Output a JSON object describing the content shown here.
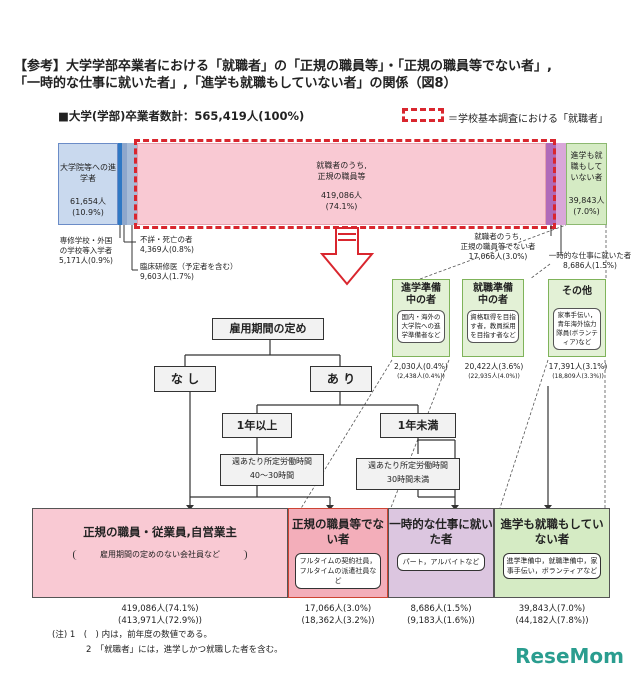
{
  "title": "【参考】大学学部卒業者における「就職者」の「正規の職員等」・「正規の職員等でない者」,\n「一時的な仕事に就いた者」,「進学も就職もしていない者」の関係（図8）",
  "total": "■大学(学部)卒業者数計：565,419人(100%)",
  "legend": "＝学校基本調査における「就職者」",
  "bar": {
    "grad": {
      "label": "大学院等への進学者",
      "count": "61,654人",
      "pct": "(10.9%)"
    },
    "reg": {
      "label1": "就職者のうち,",
      "label2": "正規の職員等",
      "count": "419,086人",
      "pct": "(74.1%)"
    },
    "none": {
      "label": "進学も就職もしていない者",
      "count": "39,843人",
      "pct": "(7.0%)"
    }
  },
  "callouts": {
    "senshu": {
      "l1": "専修学校・外国",
      "l2": "の学校等入学者",
      "v": "5,171人(0.9%)"
    },
    "fumei": {
      "l1": "不詳・死亡の者",
      "v": "4,369人(0.8%)"
    },
    "rinsho": {
      "l1": "臨床研修医（予定者を含む）",
      "v": "9,603人(1.7%)"
    },
    "nonreg": {
      "l1": "就職者のうち,",
      "l2": "正規の職員等でない者",
      "v": "17,066人(3.0%)"
    },
    "temp": {
      "l1": "一時的な仕事に就いた者",
      "v": "8,686人(1.5%)"
    }
  },
  "green": [
    {
      "h1": "進学準備",
      "h2": "中の者",
      "b": "国内・海外の大学院への進学準備者など",
      "v1": "2,030人(0.4%)",
      "v2": "(2,438人(0.4%))"
    },
    {
      "h1": "就職準備",
      "h2": "中の者",
      "b": "資格取得を目指す者，教員採用を目指す者など",
      "v1": "20,422人(3.6%)",
      "v2": "(22,935人(4.0%))"
    },
    {
      "h1": "その他",
      "h2": "",
      "b": "家事手伝い，青年海外協力隊員(ボランティア)など",
      "v1": "17,391人(3.1%)",
      "v2": "(18,809人(3.3%))"
    }
  ],
  "tree": {
    "root": "雇用期間の定め",
    "nashi": "な し",
    "ari": "あ り",
    "over1": "1年以上",
    "under1": "1年未満",
    "hours1": "週あたり所定労働時間",
    "hours1b": "40～30時間",
    "hours2": "週あたり所定労働時間",
    "hours2b": "30時間未満"
  },
  "cats": [
    {
      "h": "正規の職員・従業員,自営業主",
      "b": "雇用期間の定めのない会社員など",
      "v1": "419,086人(74.1%)",
      "v2": "(413,971人(72.9%))"
    },
    {
      "h": "正規の職員等でない者",
      "b": "フルタイムの契約社員，フルタイムの派遣社員など",
      "v1": "17,066人(3.0%)",
      "v2": "(18,362人(3.2%))"
    },
    {
      "h": "一時的な仕事に就いた者",
      "b": "パート，アルバイトなど",
      "v1": "8,686人(1.5%)",
      "v2": "(9,183人(1.6%))"
    },
    {
      "h": "進学も就職もしていない者",
      "b": "進学準備中，就職準備中，家事手伝い，ボランティアなど",
      "v1": "39,843人(7.0%)",
      "v2": "(44,182人(7.8%))"
    }
  ],
  "notes": {
    "n1": "(注) 1　(　) 内は，前年度の数値である。",
    "n2": "2　「就職者」には，進学しかつ就職した者を含む。"
  },
  "logo": "ReseMom"
}
